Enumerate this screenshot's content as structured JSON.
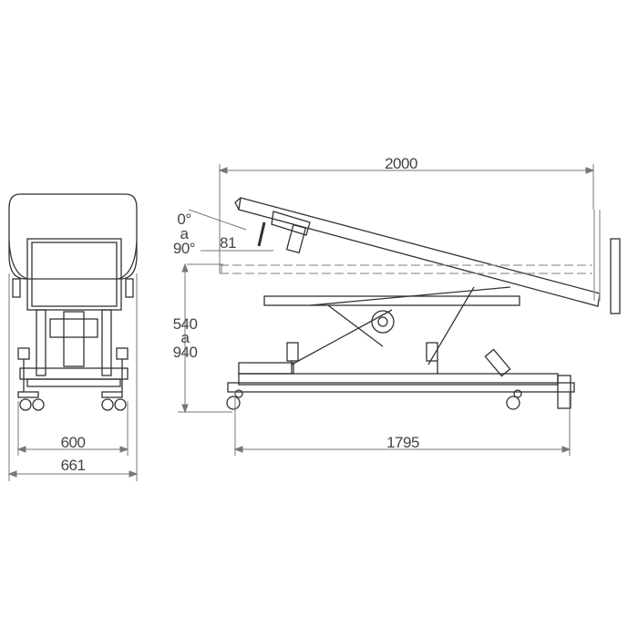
{
  "title": "Examination couch technical drawing",
  "dimensions": {
    "overall_length": "2000",
    "backrest_angle_from": "0°",
    "backrest_angle_sep": "a",
    "backrest_angle_to": "90°",
    "offset": "81",
    "height_min": "540",
    "height_sep": "a",
    "height_max": "940",
    "base_width": "600",
    "overall_width": "661",
    "base_length": "1795"
  },
  "colors": {
    "line": "#333333",
    "dim": "#777777"
  }
}
